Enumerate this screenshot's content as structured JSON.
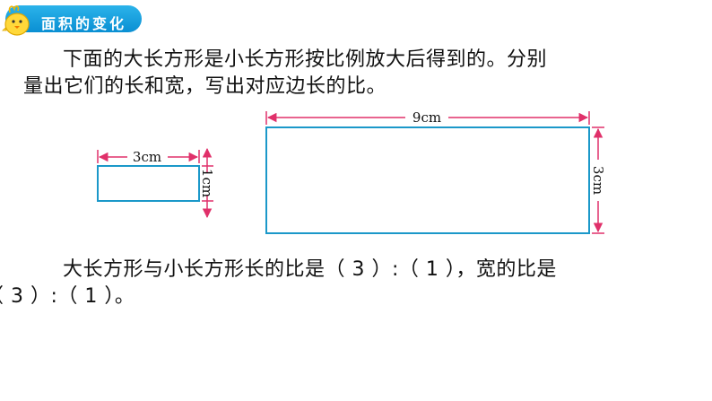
{
  "header": {
    "title": "面积的变化",
    "accent_color": "#0a8fd3",
    "icon": "chick-icon"
  },
  "intro": {
    "line1": "下面的大长方形是小长方形按比例放大后得到的。分别",
    "line2": "量出它们的长和宽，写出对应边长的比。"
  },
  "figure": {
    "stroke_color": "#1b98c9",
    "arrow_color": "#e0306a",
    "small_rect": {
      "length_label": "3cm",
      "width_label": "1cm"
    },
    "large_rect": {
      "length_label": "9cm",
      "width_label": "3cm"
    }
  },
  "answer": {
    "line1": "大长方形与小长方形长的比是（ 3 ）:（ 1 ），宽的比是",
    "line2": "（ 3 ）:（  1 ）。"
  }
}
